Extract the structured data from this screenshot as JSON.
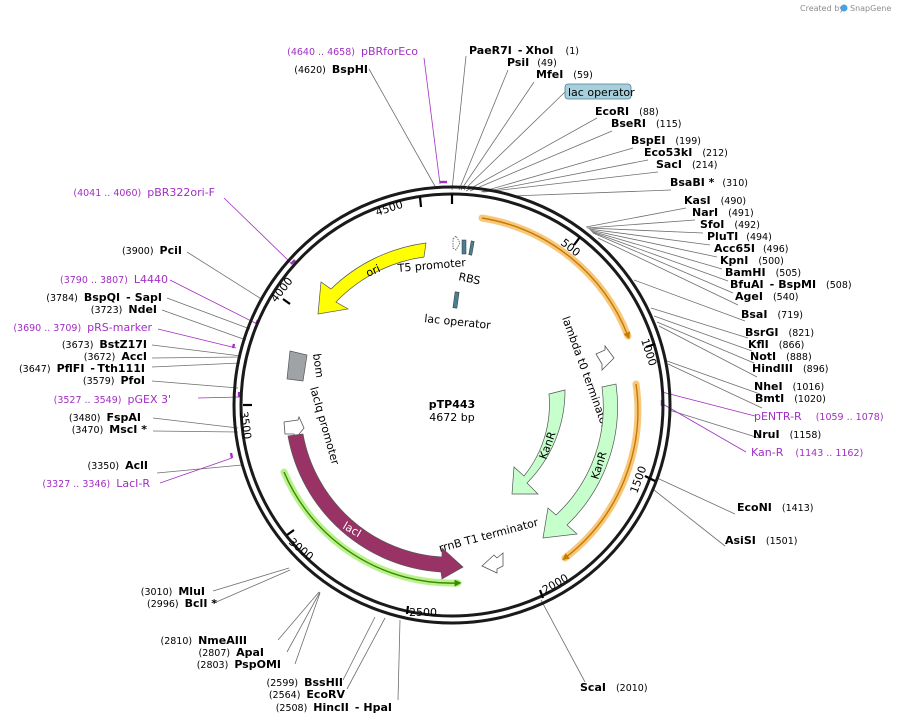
{
  "watermark": {
    "created_by": "Created by",
    "app": "SnapGene"
  },
  "plasmid": {
    "name": "pTP443",
    "length": 4672,
    "length_label": "4672 bp"
  },
  "ticks": [
    "500",
    "1000",
    "1500",
    "2000",
    "2500",
    "3000",
    "3500",
    "4000",
    "4500"
  ],
  "sites": [
    {
      "id": "paer7i",
      "name": "PaeR7I",
      "name2": "XhoI",
      "pos": "(1)"
    },
    {
      "id": "psii",
      "name": "PsiI",
      "pos": "(49)"
    },
    {
      "id": "mfei",
      "name": "MfeI",
      "pos": "(59)"
    },
    {
      "id": "ecori",
      "name": "EcoRI",
      "pos": "(88)"
    },
    {
      "id": "bseri",
      "name": "BseRI",
      "pos": "(115)"
    },
    {
      "id": "bspei",
      "name": "BspEI",
      "pos": "(199)"
    },
    {
      "id": "eco53ki",
      "name": "Eco53kI",
      "pos": "(212)"
    },
    {
      "id": "saci",
      "name": "SacI",
      "pos": "(214)"
    },
    {
      "id": "bsabi",
      "name": "BsaBI *",
      "pos": "(310)"
    },
    {
      "id": "kasi",
      "name": "KasI",
      "pos": "(490)"
    },
    {
      "id": "nari",
      "name": "NarI",
      "pos": "(491)"
    },
    {
      "id": "sfoi",
      "name": "SfoI",
      "pos": "(492)"
    },
    {
      "id": "pluti",
      "name": "PluTI",
      "pos": "(494)"
    },
    {
      "id": "acc65i",
      "name": "Acc65I",
      "pos": "(496)"
    },
    {
      "id": "kpni",
      "name": "KpnI",
      "pos": "(500)"
    },
    {
      "id": "bamhi",
      "name": "BamHI",
      "pos": "(505)"
    },
    {
      "id": "bfuai",
      "name": "BfuAI",
      "name2": "BspMI",
      "pos": "(508)"
    },
    {
      "id": "agei",
      "name": "AgeI",
      "pos": "(540)"
    },
    {
      "id": "bsai",
      "name": "BsaI",
      "pos": "(719)"
    },
    {
      "id": "bsrgi",
      "name": "BsrGI",
      "pos": "(821)"
    },
    {
      "id": "kfli",
      "name": "KflI",
      "pos": "(866)"
    },
    {
      "id": "noti",
      "name": "NotI",
      "pos": "(888)"
    },
    {
      "id": "hindiii",
      "name": "HindIII",
      "pos": "(896)"
    },
    {
      "id": "nhei",
      "name": "NheI",
      "pos": "(1016)"
    },
    {
      "id": "bmti",
      "name": "BmtI",
      "pos": "(1020)"
    },
    {
      "id": "nrui",
      "name": "NruI",
      "pos": "(1158)"
    },
    {
      "id": "econi",
      "name": "EcoNI",
      "pos": "(1413)"
    },
    {
      "id": "asisi",
      "name": "AsiSI",
      "pos": "(1501)"
    },
    {
      "id": "scai",
      "name": "ScaI",
      "pos": "(2010)"
    },
    {
      "id": "hincii",
      "name": "HincII",
      "name2": "HpaI",
      "pos": "(2508)"
    },
    {
      "id": "ecorv",
      "name": "EcoRV",
      "pos": "(2564)"
    },
    {
      "id": "bsshii",
      "name": "BssHII",
      "pos": "(2599)"
    },
    {
      "id": "pspomi",
      "name": "PspOMI",
      "pos": "(2803)"
    },
    {
      "id": "apai",
      "name": "ApaI",
      "pos": "(2807)"
    },
    {
      "id": "nmeaiii",
      "name": "NmeAIII",
      "pos": "(2810)"
    },
    {
      "id": "bcli",
      "name": "BclI *",
      "pos": "(2996)"
    },
    {
      "id": "mlui",
      "name": "MluI",
      "pos": "(3010)"
    },
    {
      "id": "acli",
      "name": "AclI",
      "pos": "(3350)"
    },
    {
      "id": "msci",
      "name": "MscI *",
      "pos": "(3470)"
    },
    {
      "id": "fspai",
      "name": "FspAI",
      "pos": "(3480)"
    },
    {
      "id": "pfoi",
      "name": "PfoI",
      "pos": "(3579)"
    },
    {
      "id": "pflfi",
      "name": "PflFI",
      "name2": "Tth111I",
      "pos": "(3647)"
    },
    {
      "id": "acci",
      "name": "AccI",
      "pos": "(3672)"
    },
    {
      "id": "bstz17i",
      "name": "BstZ17I",
      "pos": "(3673)"
    },
    {
      "id": "ndei",
      "name": "NdeI",
      "pos": "(3723)"
    },
    {
      "id": "bspqi",
      "name": "BspQI",
      "name2": "SapI",
      "pos": "(3784)"
    },
    {
      "id": "pcii",
      "name": "PciI",
      "pos": "(3900)"
    },
    {
      "id": "bsphi",
      "name": "BspHI",
      "pos": "(4620)"
    }
  ],
  "primers": [
    {
      "id": "pbrforeco",
      "name": "pBRforEco",
      "pos": "(4640 .. 4658)"
    },
    {
      "id": "pbr322ori-f",
      "name": "pBR322ori-F",
      "pos": "(4041 .. 4060)"
    },
    {
      "id": "l4440",
      "name": "L4440",
      "pos": "(3790 .. 3807)"
    },
    {
      "id": "prs-marker",
      "name": "pRS-marker",
      "pos": "(3690 .. 3709)"
    },
    {
      "id": "pgex-3",
      "name": "pGEX 3'",
      "pos": "(3527 .. 3549)"
    },
    {
      "id": "laci-r",
      "name": "LacI-R",
      "pos": "(3327 .. 3346)"
    },
    {
      "id": "pentr-r",
      "name": "pENTR-R",
      "pos": "(1059 .. 1078)"
    },
    {
      "id": "kan-r",
      "name": "Kan-R",
      "pos": "(1143 .. 1162)"
    }
  ],
  "features": [
    {
      "id": "ori",
      "name": "ori",
      "color": "#ffff00"
    },
    {
      "id": "t5-promoter",
      "name": "T5 promoter"
    },
    {
      "id": "rbs",
      "name": "RBS"
    },
    {
      "id": "lac-operator-inner",
      "name": "lac operator"
    },
    {
      "id": "lac-operator-box",
      "name": "lac operator",
      "color": "#a7cfdc"
    },
    {
      "id": "lambda-t0",
      "name": "lambda t0 terminator"
    },
    {
      "id": "kanr-1",
      "name": "KanR",
      "color": "#c6ffcc"
    },
    {
      "id": "kanr-2",
      "name": "KanR",
      "color": "#c6ffcc"
    },
    {
      "id": "bom",
      "name": "bom",
      "color": "#9fa3a6"
    },
    {
      "id": "laciq-promoter",
      "name": "lacIq promoter"
    },
    {
      "id": "laci",
      "name": "lacI",
      "color": "#993366"
    },
    {
      "id": "rrnb-t1",
      "name": "rrnB T1 terminator"
    }
  ],
  "colors": {
    "backbone": "#1a1a1a",
    "site_line": "#6e6e6e",
    "primer": "#a22ec4",
    "orf_highlight_orange": "#f7c77b",
    "orf_highlight_green": "#b9f28c",
    "arrow_orange_line": "#c57a00",
    "arrow_green_line": "#3a8a00"
  }
}
